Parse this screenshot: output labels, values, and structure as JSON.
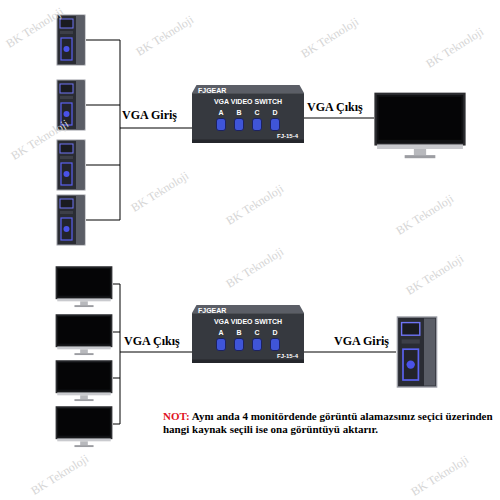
{
  "diagram": {
    "nodes": [
      {
        "text": [
          "FJGEAR",
          "VGA VIDEO SWITCH",
          "A",
          "B",
          "C",
          "D",
          "FJ-15-4"
        ]
      },
      {
        "text": [
          "FJGEAR",
          "VGA VIDEO SWITCH",
          "A",
          "B",
          "C",
          "D",
          "FJ-15-4"
        ]
      }
    ],
    "labels": [
      "VGA Giriş",
      "VGA Çıkış",
      "VGA Çıkış",
      "VGA Giriş",
      "NOT:",
      "Aynı anda 4 monitördende görüntü alamazsınız seçici üzerinden hangi kaynak seçili ise ona görüntüyü aktarır.",
      "BK Teknoloji",
      "BK Teknoloji",
      "BK Teknoloji",
      "BK Teknoloji",
      "BK Teknoloji",
      "BK Teknoloji",
      "BK Teknoloji",
      "BK Teknoloji",
      "BK Teknoloji",
      "BK Teknoloji",
      "BK Teknoloji",
      "BK Teknoloji"
    ]
  }
}
